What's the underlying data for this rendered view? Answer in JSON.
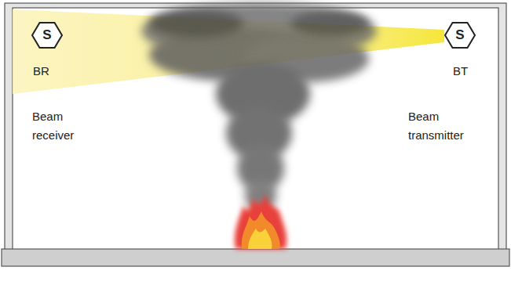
{
  "diagram": {
    "nodes": [
      {
        "text": [
          "S",
          "BR",
          "Beam receiver"
        ]
      },
      {
        "text": [
          "S",
          "BT",
          "Beam transmitter"
        ]
      }
    ]
  }
}
